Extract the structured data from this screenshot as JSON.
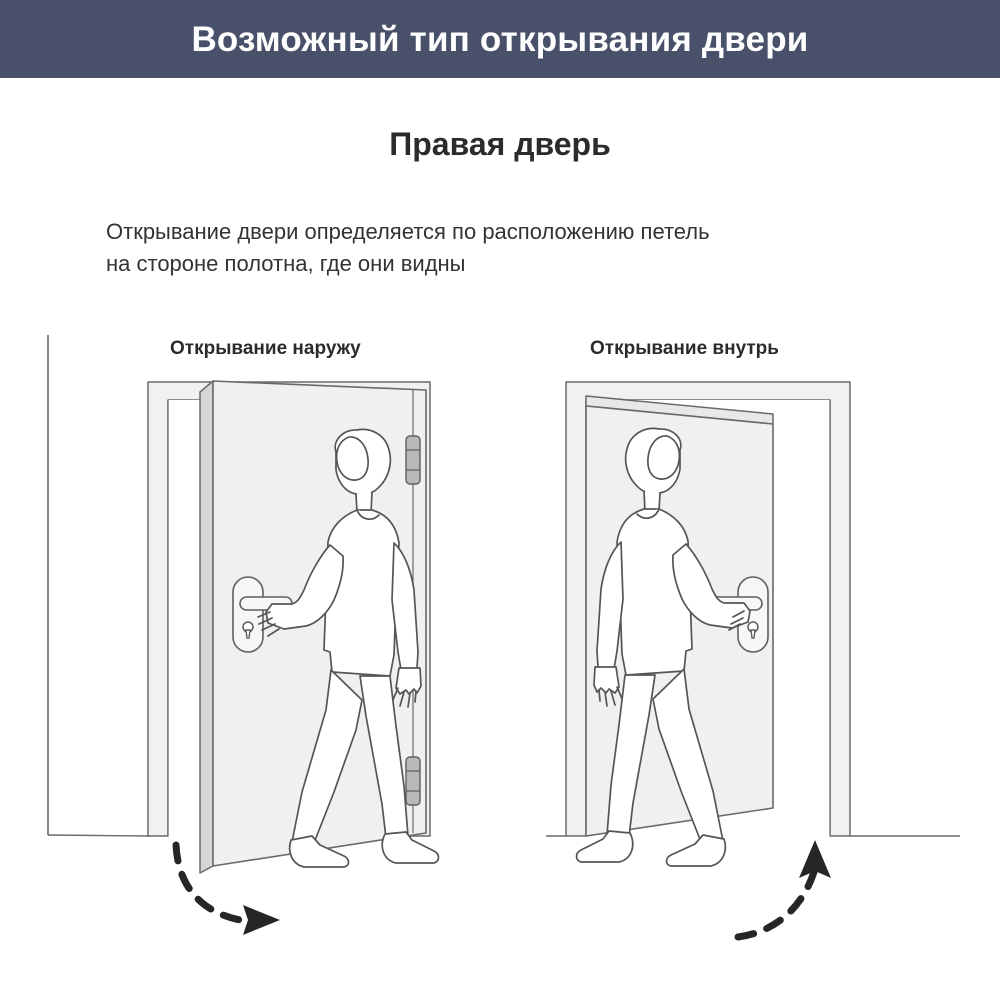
{
  "header": {
    "title": "Возможный тип открывания двери",
    "background_color": "#49506a",
    "text_color": "#ffffff"
  },
  "subtitle": "Правая дверь",
  "body_text_lines": [
    "Открывание двери определяется по расположению петель",
    "на стороне полотна, где они видны"
  ],
  "diagrams": [
    {
      "id": "outward",
      "label": "Открывание наружу",
      "description": "Дверь открывается наружу, петли видны справа, человек тянет ручку на себя",
      "arrow": "curved-dashed-arrow-right",
      "hinges_visible": true,
      "hinge_count": 2,
      "hinge_side": "right"
    },
    {
      "id": "inward",
      "label": "Открывание внутрь",
      "description": "Дверь открывается внутрь, человек толкает дверь от себя",
      "arrow": "curved-dashed-arrow-up",
      "hinges_visible": false,
      "hinge_count": 0,
      "hinge_side": "left"
    }
  ],
  "colors": {
    "header_bg": "#49506a",
    "outline": "#555555",
    "door_fill": "#f0f0f0",
    "frame_fill": "#f1f1f1",
    "edge_fill": "#d8d8d8",
    "hinge_fill": "#b8b8b8",
    "arrow_fill": "#262626",
    "page_bg": "#ffffff",
    "text_dark": "#2b2b2b",
    "text_body": "#333333"
  },
  "icons": {
    "door_handle": "door-handle-icon",
    "keyhole": "keyhole-icon",
    "hinge": "hinge-icon",
    "arrow_right": "arrow-right-icon",
    "arrow_up": "arrow-up-icon"
  }
}
